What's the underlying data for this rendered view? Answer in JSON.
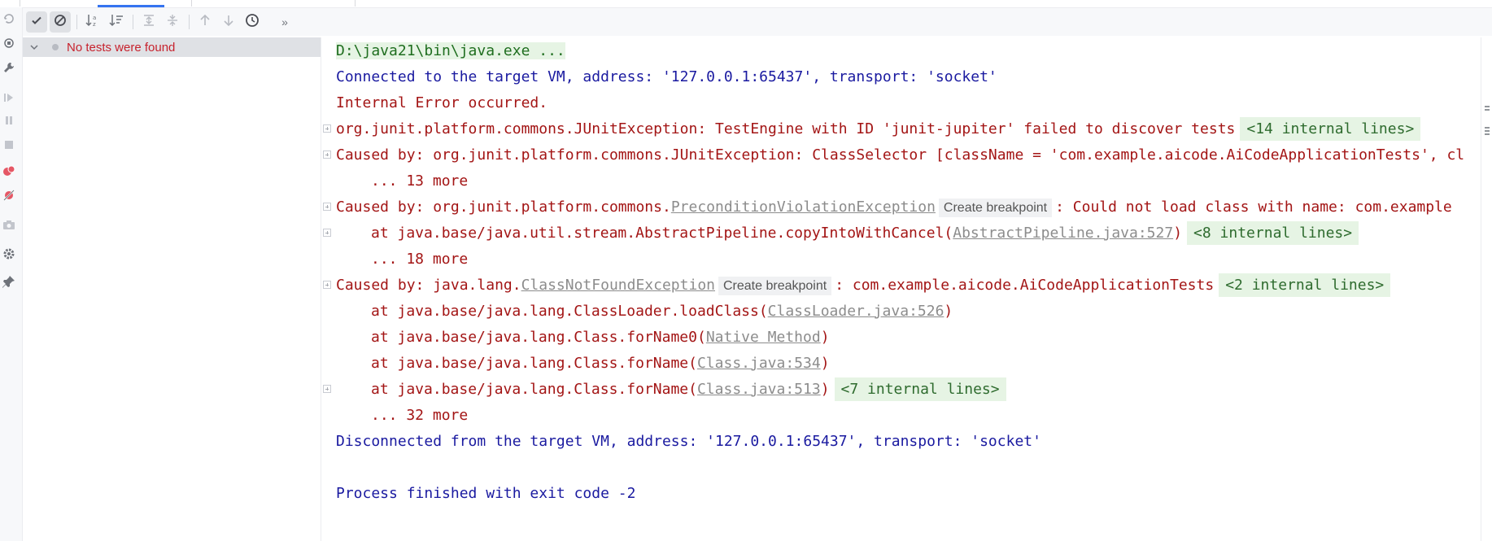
{
  "toolbar": {
    "buttons": [
      "show-passed-icon",
      "show-ignored-icon",
      "sort-alphabetically-icon",
      "sort-by-duration-icon",
      "expand-all-icon",
      "collapse-all-icon",
      "previous-failed-icon",
      "next-failed-icon",
      "test-history-icon",
      "more-icon"
    ],
    "more_label": "»"
  },
  "tree": {
    "root_label": "No tests were found",
    "status_color": "#c7222d"
  },
  "console": {
    "l1": "D:\\java21\\bin\\java.exe ...",
    "l2": "Connected to the target VM, address: '127.0.0.1:65437', transport: 'socket'",
    "l3": "Internal Error occurred.",
    "l4_text": "org.junit.platform.commons.JUnitException: TestEngine with ID 'junit-jupiter' failed to discover tests",
    "l4_internal": "<14 internal lines>",
    "l5": "Caused by: org.junit.platform.commons.JUnitException: ClassSelector [className = 'com.example.aicode.AiCodeApplicationTests', cl",
    "l6": "... 13 more",
    "l7_pre": "Caused by: org.junit.platform.commons.",
    "l7_link": "PreconditionViolationException",
    "l7_bp": "Create breakpoint",
    "l7_post": ": Could not load class with name: com.example",
    "l8_pre": "at java.base/java.util.stream.AbstractPipeline.copyIntoWithCancel(",
    "l8_link": "AbstractPipeline.java:527",
    "l8_post": ")",
    "l8_internal": "<8 internal lines>",
    "l9": "... 18 more",
    "l10_pre": "Caused by: java.lang.",
    "l10_link": "ClassNotFoundException",
    "l10_bp": "Create breakpoint",
    "l10_post": ": com.example.aicode.AiCodeApplicationTests",
    "l10_internal": "<2 internal lines>",
    "l11_pre": "at java.base/java.lang.ClassLoader.loadClass(",
    "l11_link": "ClassLoader.java:526",
    "l11_post": ")",
    "l12_pre": "at java.base/java.lang.Class.forName0(",
    "l12_link": "Native Method",
    "l12_post": ")",
    "l13_pre": "at java.base/java.lang.Class.forName(",
    "l13_link": "Class.java:534",
    "l13_post": ")",
    "l14_pre": "at java.base/java.lang.Class.forName(",
    "l14_link": "Class.java:513",
    "l14_post": ")",
    "l14_internal": "<7 internal lines>",
    "l15": "... 32 more",
    "l16": "Disconnected from the target VM, address: '127.0.0.1:65437', transport: 'socket'",
    "l17": "Process finished with exit code -2"
  },
  "colors": {
    "error_text": "#a31515",
    "info_text": "#1a1aa0",
    "highlight_bg": "#e6f4e4",
    "accent": "#3574f0"
  }
}
